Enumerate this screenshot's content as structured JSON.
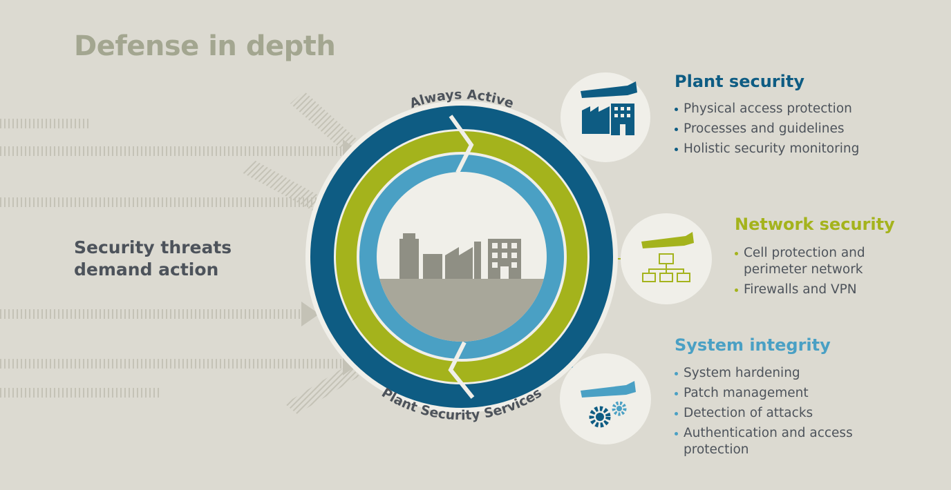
{
  "title": "Defense in depth",
  "threats": {
    "line1": "Security threats",
    "line2": "demand action"
  },
  "ring_labels": {
    "top": "Always Active",
    "bottom": "Plant Security Services"
  },
  "colors": {
    "background": "#dcdad1",
    "title": "#a3a690",
    "text_dark": "#4d535b",
    "plant": "#0e5c83",
    "network": "#a4b31c",
    "system": "#4aa0c4",
    "icon_circle": "#f0efe9",
    "factory": "#8f8f84",
    "hatch": "#c8c6ba"
  },
  "sections": {
    "plant": {
      "title": "Plant security",
      "icon": "hand-over-factory-icon",
      "items": [
        "Physical access protection",
        "Processes and guidelines",
        "Holistic security monitoring"
      ]
    },
    "network": {
      "title": "Network security",
      "icon": "hand-over-network-icon",
      "items": [
        "Cell protection and perimeter network",
        "Firewalls and VPN"
      ]
    },
    "system": {
      "title": "System integrity",
      "icon": "hand-over-gears-icon",
      "items": [
        "System hardening",
        "Patch management",
        "Detection of attacks",
        "Authentication and access protection"
      ]
    }
  }
}
